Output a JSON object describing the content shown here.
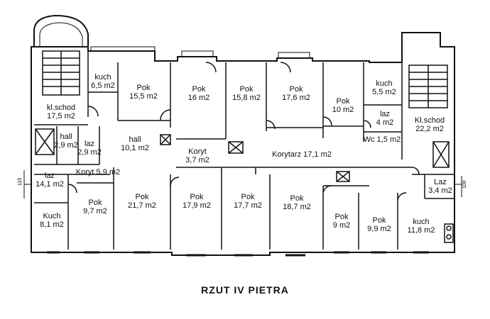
{
  "title": "RZUT IV PIETRA",
  "rooms": {
    "kl_schod_left": {
      "name": "kl.schod",
      "area": "17,5 m2"
    },
    "kuch_top_left": {
      "name": "kuch",
      "area": "6,5 m2"
    },
    "pok_15_5": {
      "name": "Pok",
      "area": "15,5 m2"
    },
    "pok_16": {
      "name": "Pok",
      "area": "16 m2"
    },
    "pok_15_8": {
      "name": "Pok",
      "area": "15,8 m2"
    },
    "pok_17_6": {
      "name": "Pok",
      "area": "17,6 m2"
    },
    "pok_10": {
      "name": "Pok",
      "area": "10 m2"
    },
    "kuch_top_right": {
      "name": "kuch",
      "area": "5,5 m2"
    },
    "laz_4": {
      "name": "laz",
      "area": "4 m2"
    },
    "kl_schod_right": {
      "name": "Kl.schod",
      "area": "22,2 m2"
    },
    "wc": {
      "label": "Wc 1,5 m2"
    },
    "hall_2_9": {
      "name": "hall",
      "area": "2,9 m2"
    },
    "laz_2_9": {
      "name": "laz",
      "area": "2,9 m2"
    },
    "hall_10_1": {
      "name": "hall",
      "area": "10,1 m2"
    },
    "koryt_3_7": {
      "name": "Koryt",
      "area": "3,7 m2"
    },
    "korytarz": {
      "label": "Korytarz 17,1 m2"
    },
    "koryt_5_9": {
      "label": "Koryt 5,9 m2"
    },
    "laz_14_1": {
      "name": "laz",
      "area": "14,1 m2"
    },
    "kuch_8_1": {
      "name": "Kuch",
      "area": "8,1 m2"
    },
    "pok_9_7": {
      "name": "Pok",
      "area": "9,7 m2"
    },
    "pok_21_7": {
      "name": "Pok",
      "area": "21,7 m2"
    },
    "pok_17_9": {
      "name": "Pok",
      "area": "17,9 m2"
    },
    "pok_17_7": {
      "name": "Pok",
      "area": "17,7 m2"
    },
    "pok_18_7": {
      "name": "Pok",
      "area": "18,7 m2"
    },
    "pok_9": {
      "name": "Pok",
      "area": "9 m2"
    },
    "pok_9_9": {
      "name": "Pok",
      "area": "9,9 m2"
    },
    "kuch_11_8": {
      "name": "kuch",
      "area": "11,8 m2"
    },
    "laz_3_4": {
      "name": "Laz",
      "area": "3,4 m2"
    }
  },
  "dimension_marks": {
    "left": "115",
    "right": "100"
  }
}
